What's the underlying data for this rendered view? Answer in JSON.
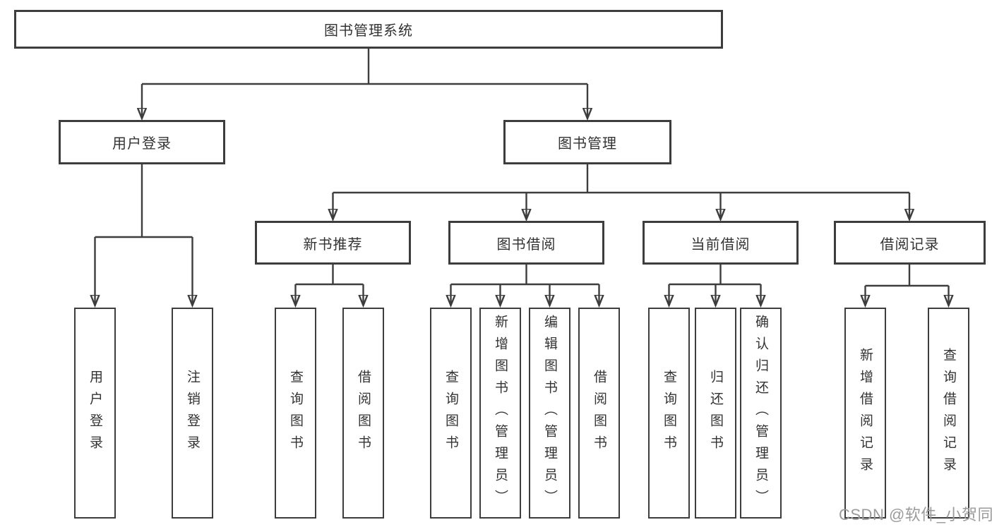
{
  "colors": {
    "line": "#3d3d3d",
    "text": "#333333",
    "box_bg": "#ffffff",
    "watermark": "#9b9b9b",
    "page_bg": "#ffffff"
  },
  "watermark": {
    "text": "CSDN @软件_小贺同学"
  },
  "tree": {
    "label": "图书管理系统",
    "children": [
      {
        "label": "用户登录",
        "children": [
          {
            "label": "用户登录"
          },
          {
            "label": "注销登录"
          }
        ]
      },
      {
        "label": "图书管理",
        "children": [
          {
            "label": "新书推荐",
            "children": [
              {
                "label": "查询图书"
              },
              {
                "label": "借阅图书"
              }
            ]
          },
          {
            "label": "图书借阅",
            "children": [
              {
                "label": "查询图书"
              },
              {
                "label": "新增图书（管理员）"
              },
              {
                "label": "编辑图书（管理员）"
              },
              {
                "label": "借阅图书"
              }
            ]
          },
          {
            "label": "当前借阅",
            "children": [
              {
                "label": "查询图书"
              },
              {
                "label": "归还图书"
              },
              {
                "label": "确认归还（管理员）"
              }
            ]
          },
          {
            "label": "借阅记录",
            "children": [
              {
                "label": "新增借阅记录"
              },
              {
                "label": "查询借阅记录"
              }
            ]
          }
        ]
      }
    ]
  }
}
